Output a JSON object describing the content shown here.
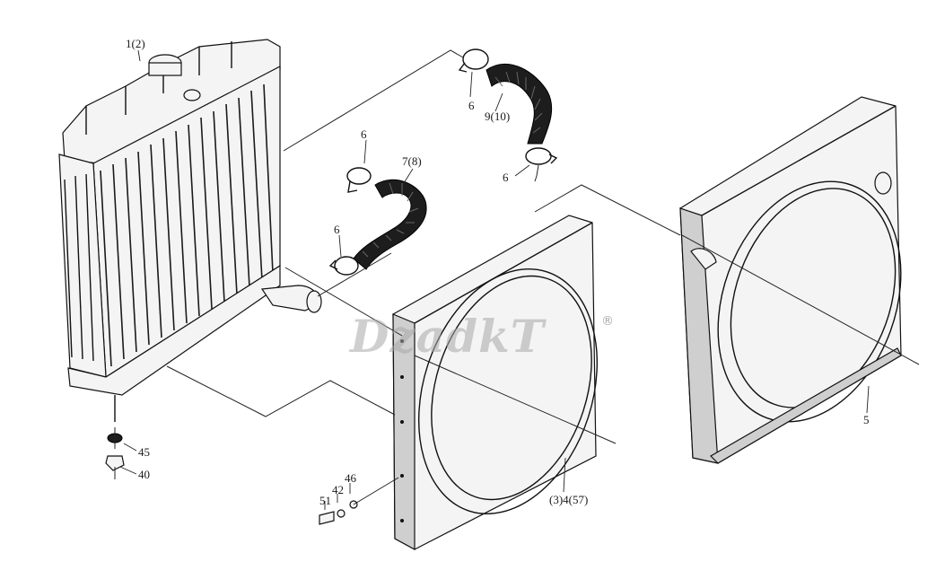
{
  "watermark": {
    "text": "DzadkT",
    "registered_mark": "®"
  },
  "parts": {
    "radiator": "1(2)",
    "clamp_top_left": "6",
    "hose_upper": "9(10)",
    "clamp_top_right": "6",
    "clamp_mid_upper": "6",
    "hose_lower": "7(8)",
    "clamp_mid_lower": "6",
    "drain_washer": "45",
    "drain_plug": "40",
    "bolt": "51",
    "washer_lock": "42",
    "washer_flat": "46",
    "fan_shroud_front": "(3)4(57)",
    "fan_shroud_rear": "5"
  }
}
